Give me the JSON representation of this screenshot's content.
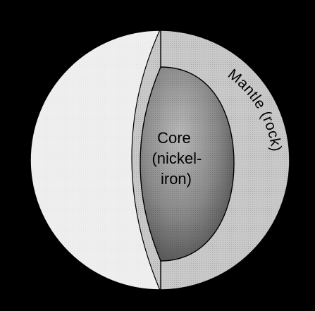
{
  "diagram": {
    "core_label": [
      "Core",
      "(nickel-",
      "iron)"
    ],
    "mantle_label": "Mantle (rock)"
  },
  "colors": {
    "background": "#000000",
    "planet_surface": "#efefef",
    "mantle": "#c9c9c9",
    "core_light": "#b9b9b9",
    "core_dark": "#4e4e4e",
    "outline": "#000000"
  }
}
